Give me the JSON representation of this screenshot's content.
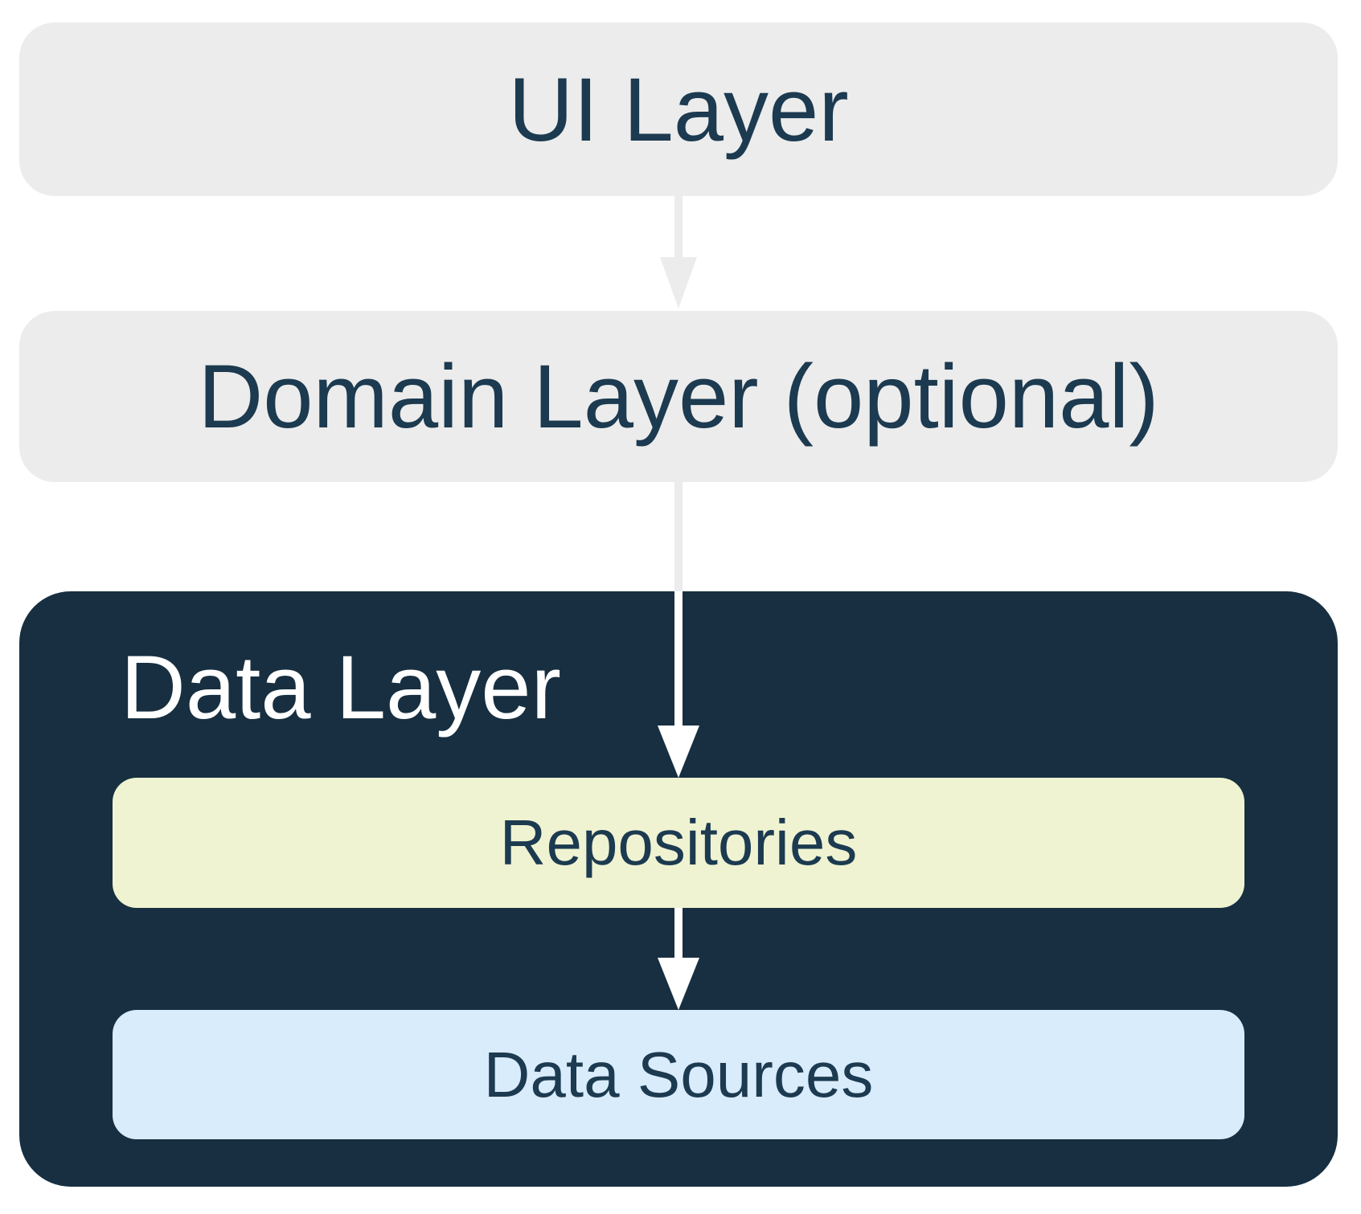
{
  "colors": {
    "background": "#ffffff",
    "light_box": "#ececec",
    "dark_box": "#172f40",
    "repositories_box": "#eff3d1",
    "data_sources_box": "#d9ecfc",
    "navy_text": "#1c3a50",
    "light_text": "#ffffff",
    "arrow_gray": "#ececec",
    "arrow_white": "#ffffff"
  },
  "nodes": {
    "ui_layer": {
      "label": "UI Layer"
    },
    "domain_layer": {
      "label": "Domain Layer (optional)"
    },
    "data_layer": {
      "label": "Data Layer"
    },
    "repositories": {
      "label": "Repositories"
    },
    "data_sources": {
      "label": "Data Sources"
    }
  },
  "arrows": [
    {
      "from": "UI Layer",
      "to": "Domain Layer (optional)",
      "color": "#ececec"
    },
    {
      "from": "Domain Layer (optional)",
      "to": "Repositories",
      "color": "#ffffff"
    },
    {
      "from": "Repositories",
      "to": "Data Sources",
      "color": "#ffffff"
    }
  ]
}
